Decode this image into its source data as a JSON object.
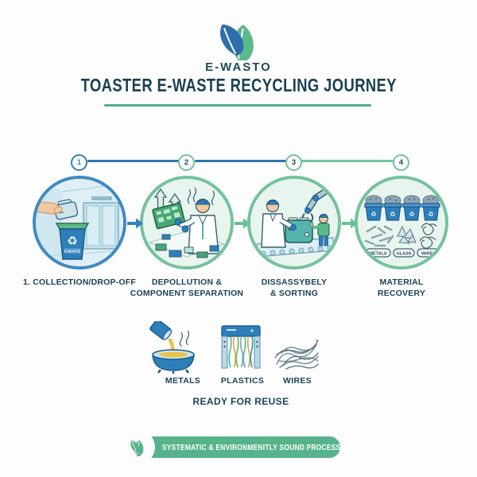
{
  "brand": {
    "name": "E-WASTO"
  },
  "header": {
    "title": "TOASTER E-WASTE RECYCLING JOURNEY"
  },
  "timeline": {
    "step_numbers": [
      "1",
      "2",
      "3",
      "4"
    ]
  },
  "process_steps": [
    {
      "number": "1",
      "caption": "1. COLLECTION/DROP-OFF",
      "bin_label": "E-WASTE"
    },
    {
      "number": "2",
      "caption": "DEPOLLUTION &\nCOMPONENT SEPARATION"
    },
    {
      "number": "3",
      "caption": "DISSASSYBELY\n& SORTING"
    },
    {
      "number": "4",
      "caption": "MATERIAL\nRECOVERY",
      "material_tags": [
        "METALS",
        "GLASS",
        "WIRES"
      ]
    }
  ],
  "recovered_materials": {
    "items": [
      {
        "label": "METALS"
      },
      {
        "label": "PLASTICS"
      },
      {
        "label": "WIRES"
      }
    ],
    "status": "READY FOR REUSE"
  },
  "footer_banner": {
    "text": "SYSTEMATIC & ENVIRONMENITLY SOUND PROCESS"
  },
  "colors": {
    "brand_blue": "#2d6fad",
    "brand_green": "#5cb98a",
    "dark_teal": "#1a4356",
    "banner_green": "#57b38b",
    "underline_green": "#54ad8b",
    "light_blue_fill": "#e0eff5",
    "mint_fill": "#e8f5ee",
    "bin_blue": "#2e7fb9"
  }
}
